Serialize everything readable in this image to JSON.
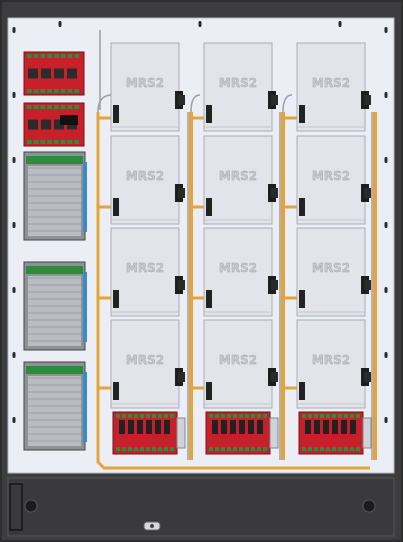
{
  "cabinet": {
    "colors": {
      "enclosure": "#3b3b3b",
      "backplate": "#eceef5",
      "module_face": "#e2e4ea",
      "module_edge": "#a9acb6",
      "module_text": "#c7c9d0",
      "red_board": "#c8202a",
      "psu_mesh": "#b9bcc0",
      "cable_orange": "#e3a43c",
      "cable_gray": "#9a9ea6",
      "terminal_green": "#2e8b3e"
    }
  },
  "modules": {
    "label": "MRS2",
    "grid": [
      [
        "MRS2",
        "MRS2",
        "MRS2"
      ],
      [
        "MRS2",
        "MRS2",
        "MRS2"
      ],
      [
        "MRS2",
        "MRS2",
        "MRS2"
      ],
      [
        "MRS2",
        "MRS2",
        "MRS2"
      ]
    ]
  },
  "small_boards": {
    "count": 2,
    "sticker": ""
  },
  "power_supplies": {
    "count": 3
  },
  "io_boards": {
    "count": 3
  },
  "door_hardware": {
    "cam_locks": 2,
    "latch": 1,
    "hinge": 1
  }
}
